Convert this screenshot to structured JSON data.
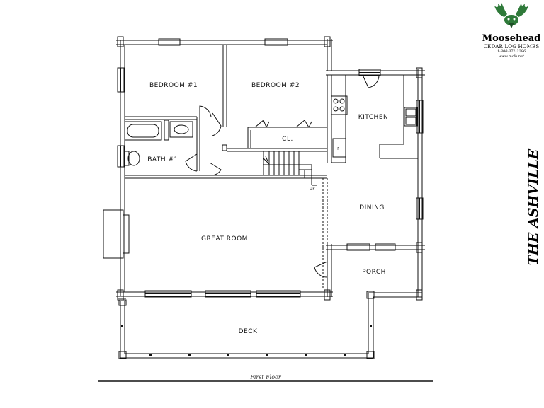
{
  "rooms": {
    "bedroom1": "BEDROOM #1",
    "bedroom2": "BEDROOM #2",
    "kitchen": "KITCHEN",
    "closet": "CL.",
    "bath1": "BATH #1",
    "dining": "DINING",
    "great_room": "GREAT ROOM",
    "porch": "PORCH",
    "deck": "DECK",
    "up": "UP",
    "fridge": "F"
  },
  "caption": "First Floor",
  "brand": {
    "name": "Moosehead",
    "subtitle": "CEDAR LOG HOMES",
    "phone": "1-800-371-3296",
    "website": "www.mclh.net"
  },
  "title": "THE ASHVILLE",
  "colors": {
    "line": "#111111",
    "logo_green": "#2f7a3a"
  },
  "icons": {
    "logo": "moose-logo-icon"
  }
}
